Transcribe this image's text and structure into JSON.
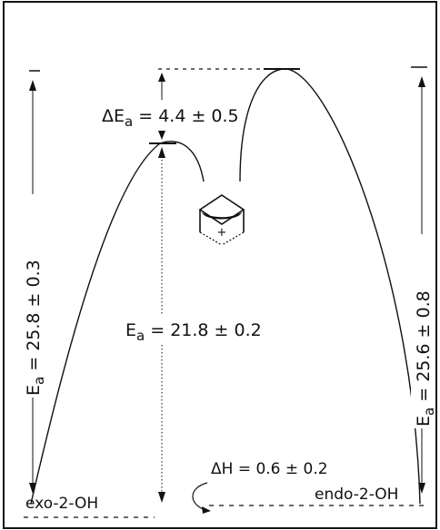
{
  "diagram": {
    "type": "energy-profile",
    "line_color": "#111111",
    "background": "#ffffff",
    "labels": {
      "delta_ea": "ΔE",
      "delta_ea_sub": "a",
      "delta_ea_value": " = 4.4 ± 0.5",
      "ea_center": "E",
      "ea_center_sub": "a",
      "ea_center_value": " = 21.8 ± 0.2",
      "ea_left": "E",
      "ea_left_sub": "a",
      "ea_left_value": " = 25.8 ± 0.3",
      "ea_right": "E",
      "ea_right_sub": "a",
      "ea_right_value": " = 25.6 ± 0.8",
      "delta_h": "ΔH = 0.6 ± 0.2",
      "left_state": "exo-2-OH",
      "right_state": "endo-2-OH",
      "ion_charge": "+"
    }
  }
}
